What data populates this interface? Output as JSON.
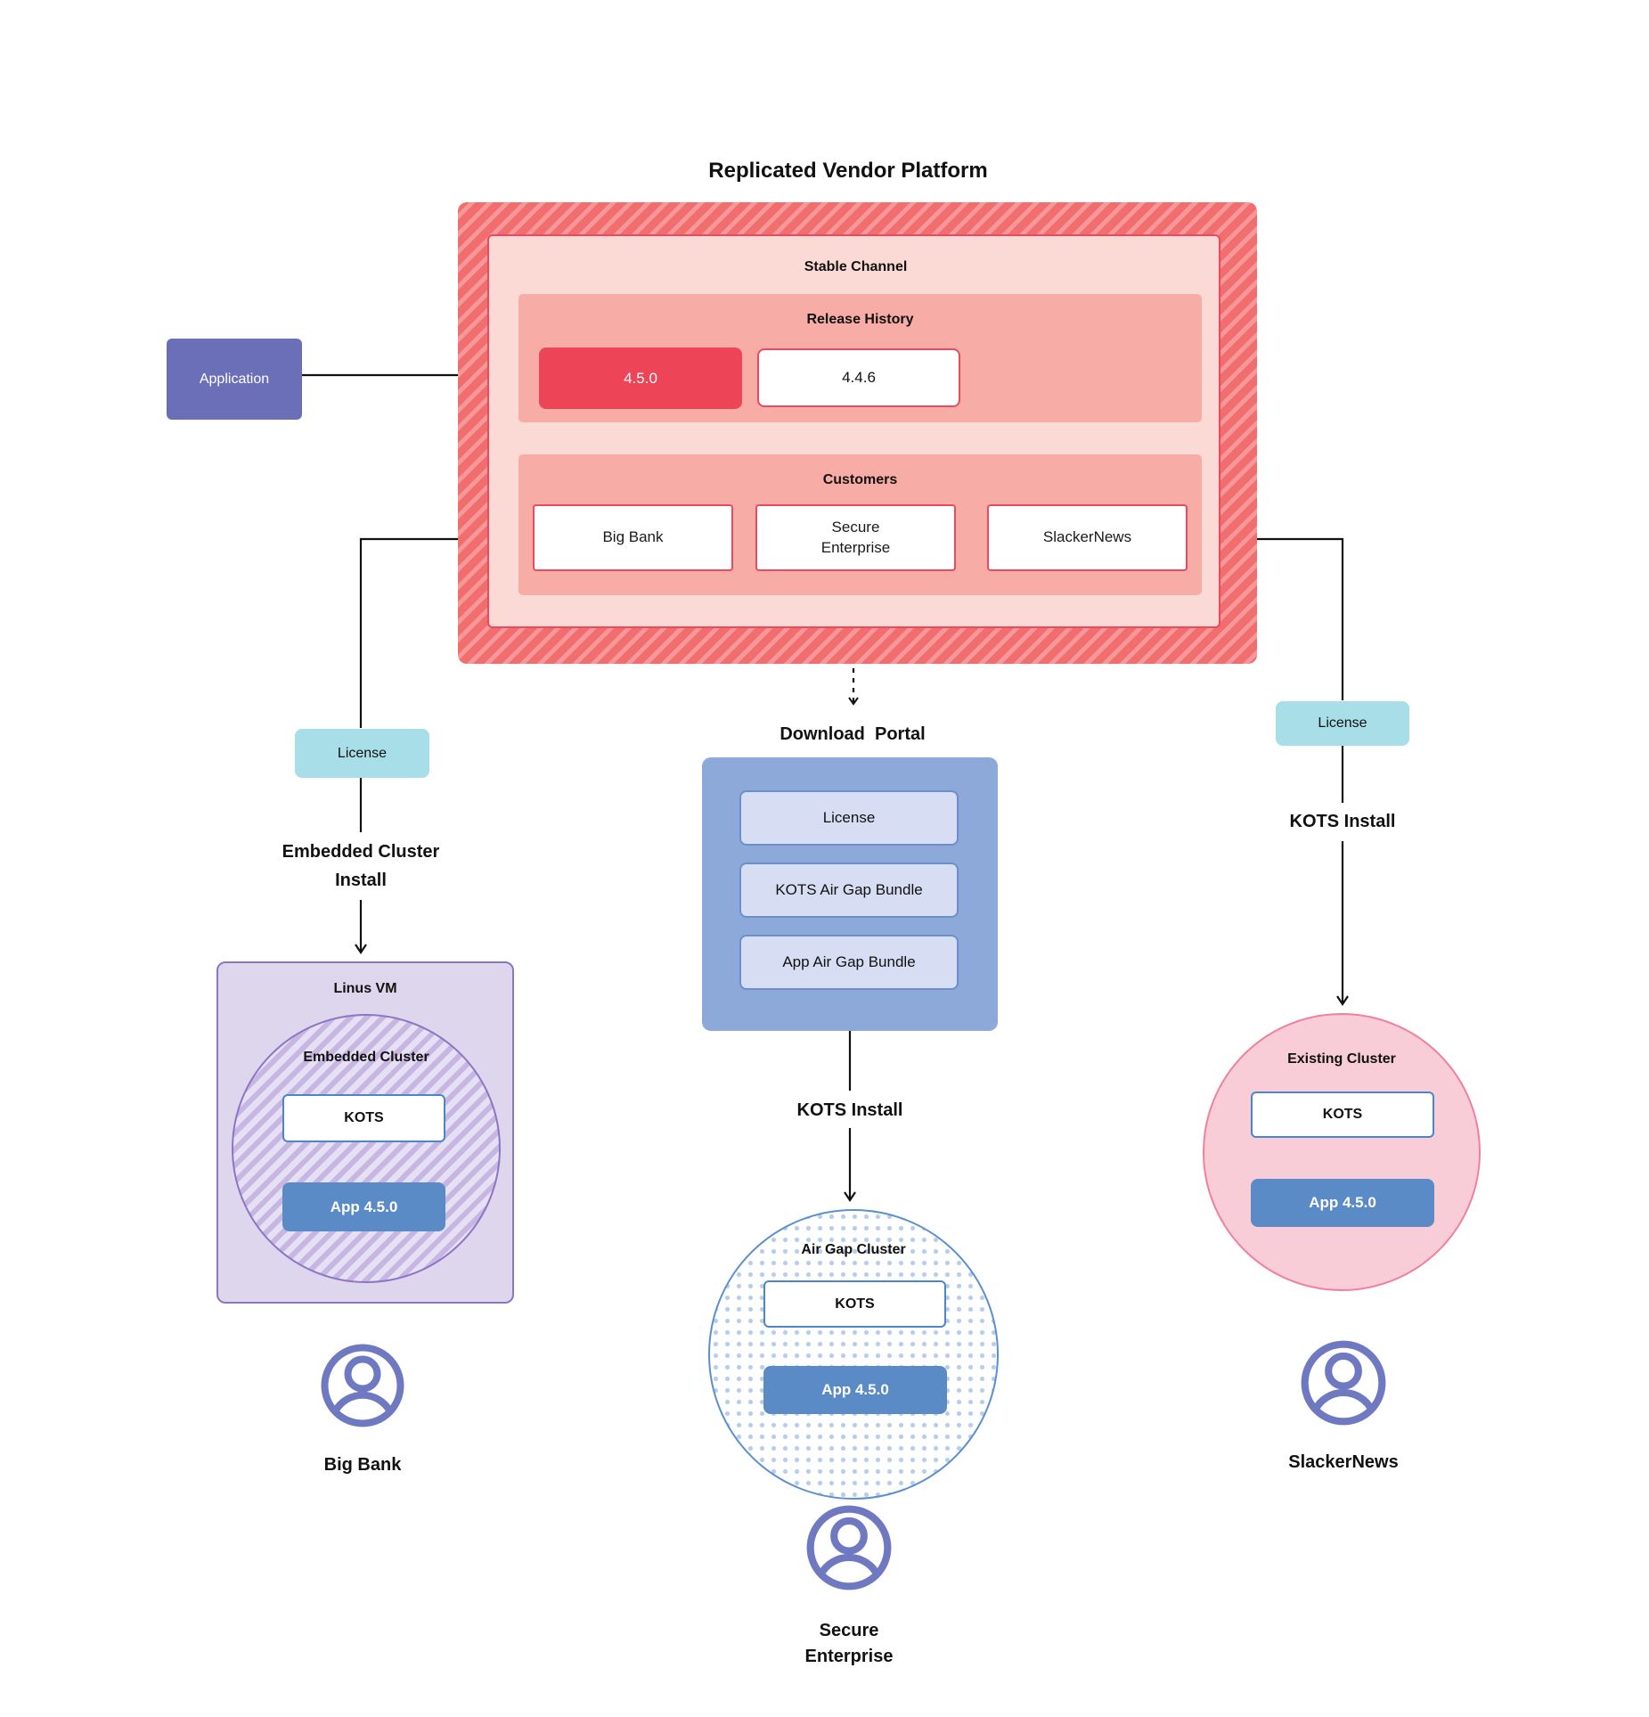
{
  "title": "Replicated Vendor Platform",
  "colors": {
    "accent_red": "#e84a5f",
    "hatch_red_base": "#f26d6d",
    "hatch_red_stripe": "#f69899",
    "pink_light": "#fbdad6",
    "pink_band": "#f7aca6",
    "release_current": "#ee4458",
    "application_purple": "#6a6fb7",
    "license_teal": "#a7dee8",
    "portal_blue": "#8da9d9",
    "portal_item_bg": "#d7def4",
    "portal_item_border": "#6d8fc9",
    "kots_border_blue": "#4a86c8",
    "app_blue": "#5a8bc6",
    "vm_fill": "#ddd6ed",
    "vm_border": "#8d75c4",
    "hatch_purple": "#c7b6e2",
    "hatch_purple_light": "#e6e0f4",
    "dot_blue": "#b7cde9",
    "airgap_border": "#5b8fd0",
    "existing_pink": "#f8cdd8",
    "existing_border": "#f0809f",
    "icon_purple": "#6e79c1",
    "line_black": "#111111"
  },
  "application": {
    "label": "Application"
  },
  "platform": {
    "stable_channel_label": "Stable Channel",
    "release_history_label": "Release History",
    "releases": [
      {
        "version": "4.5.0",
        "state": "current"
      },
      {
        "version": "4.4.6",
        "state": "previous"
      }
    ],
    "customers_label": "Customers",
    "customers": [
      {
        "lines": [
          "Big Bank"
        ]
      },
      {
        "lines": [
          "Secure",
          "Enterprise"
        ]
      },
      {
        "lines": [
          "SlackerNews"
        ]
      }
    ]
  },
  "left_flow": {
    "license_label": "License",
    "install_lines": [
      "Embedded Cluster",
      "Install"
    ],
    "vm_label": "Linus VM",
    "cluster_label": "Embedded Cluster",
    "kots_label": "KOTS",
    "app_label": "App 4.5.0",
    "identity_lines": [
      "Big Bank"
    ]
  },
  "center_flow": {
    "portal_label": "Download  Portal",
    "portal_items": [
      "License",
      "KOTS Air Gap Bundle",
      "App Air Gap Bundle"
    ],
    "install_label": "KOTS Install",
    "cluster_label": "Air Gap Cluster",
    "kots_label": "KOTS",
    "app_label": "App 4.5.0",
    "identity_lines": [
      "Secure",
      "Enterprise"
    ]
  },
  "right_flow": {
    "license_label": "License",
    "install_label": "KOTS Install",
    "cluster_label": "Existing Cluster",
    "kots_label": "KOTS",
    "app_label": "App 4.5.0",
    "identity_lines": [
      "SlackerNews"
    ]
  }
}
